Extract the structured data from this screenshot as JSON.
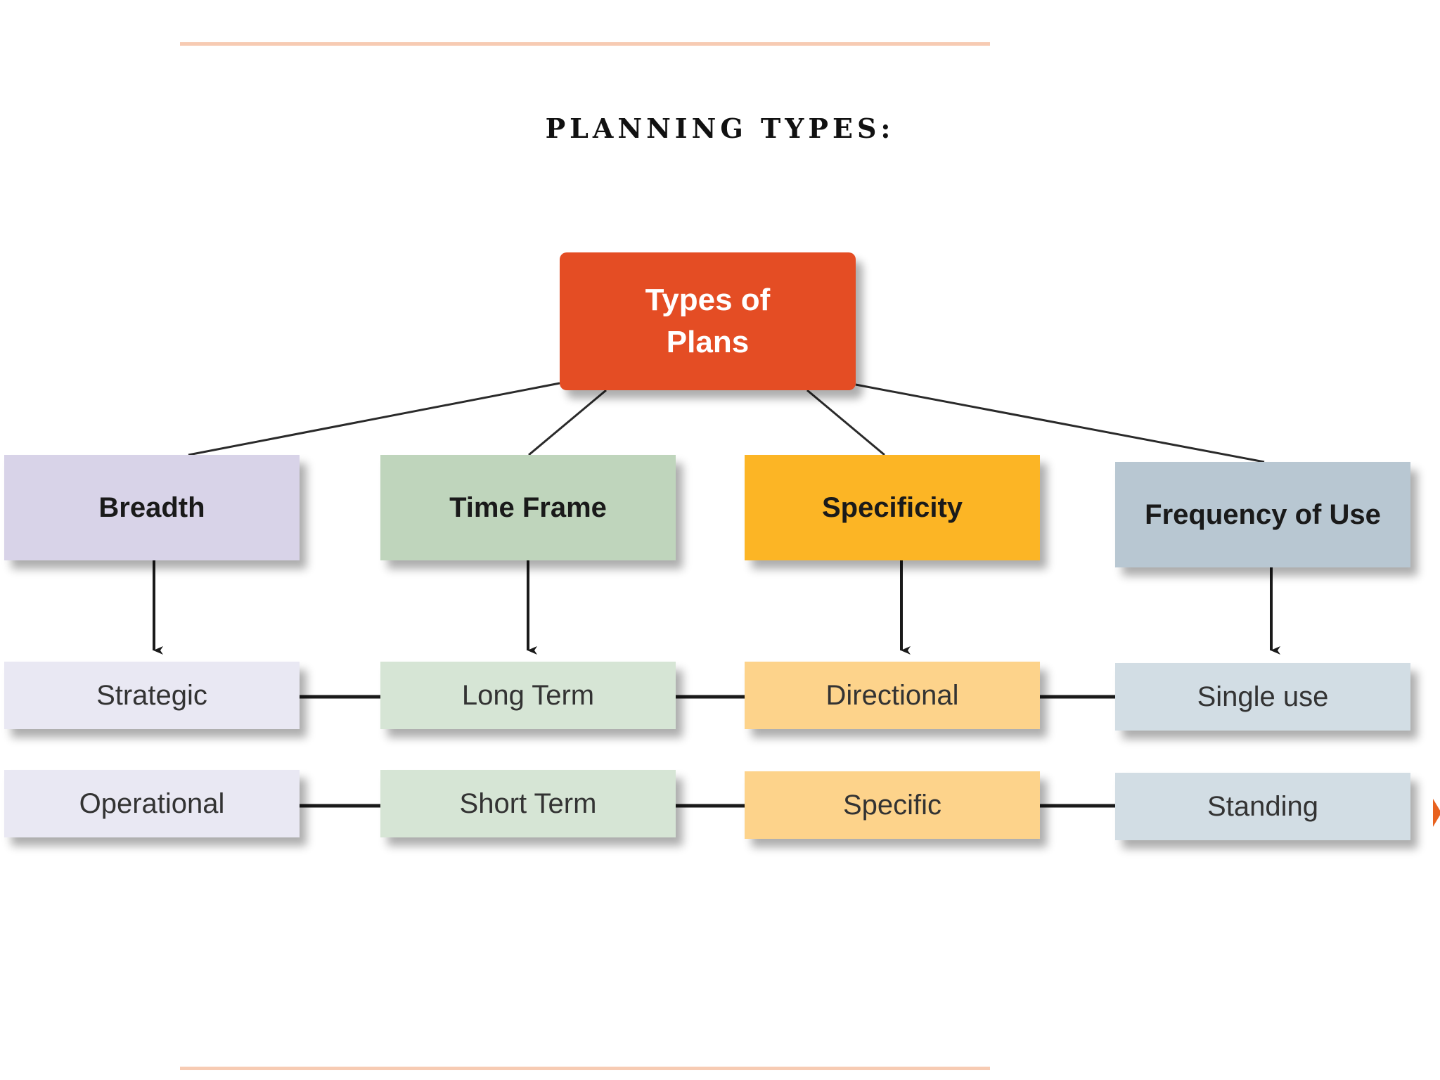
{
  "slide": {
    "title": "PLANNING TYPES:"
  },
  "diagram": {
    "root": {
      "line1": "Types of",
      "line2": "Plans",
      "color": "#e44d24"
    },
    "categories": [
      {
        "label": "Breadth",
        "color": "#d8d3e8",
        "subtypes": [
          "Strategic",
          "Operational"
        ],
        "subtype_color": "#e9e8f3"
      },
      {
        "label": "Time Frame",
        "color": "#bfd5bc",
        "subtypes": [
          "Long Term",
          "Short Term"
        ],
        "subtype_color": "#d6e5d5"
      },
      {
        "label": "Specificity",
        "color": "#fcb525",
        "subtypes": [
          "Directional",
          "Specific"
        ],
        "subtype_color": "#fdd38b"
      },
      {
        "label": "Frequency of Use",
        "color": "#b8c7d2",
        "subtypes": [
          "Single use",
          "Standing"
        ],
        "subtype_color": "#d2dde4"
      }
    ]
  },
  "decor": {
    "rule_color": "#f7cbb3",
    "nav_arrow_icon": "play-triangle-icon",
    "nav_arrow_color": "#e8621f"
  }
}
